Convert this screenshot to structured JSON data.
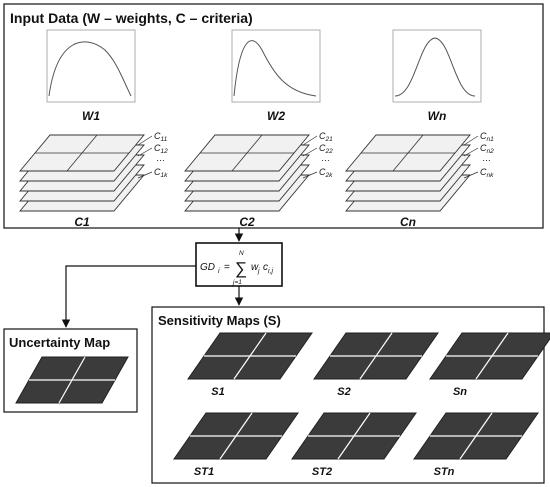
{
  "input_panel": {
    "title": "Input Data (W – weights, C – criteria)",
    "weights": [
      {
        "label": "W1",
        "curve": "left-skewed"
      },
      {
        "label": "W2",
        "curve": "right-skewed"
      },
      {
        "label": "Wn",
        "curve": "bell"
      }
    ],
    "criteria": [
      {
        "label": "C1",
        "base": "C",
        "layers": [
          {
            "sub": "11"
          },
          {
            "sub": "12"
          },
          {
            "sub": "…"
          },
          {
            "sub": "1k"
          }
        ]
      },
      {
        "label": "C2",
        "base": "C",
        "layers": [
          {
            "sub": "21"
          },
          {
            "sub": "22"
          },
          {
            "sub": "…"
          },
          {
            "sub": "2k"
          }
        ]
      },
      {
        "label": "Cn",
        "base": "C",
        "layers": [
          {
            "sub": "n1"
          },
          {
            "sub": "n2"
          },
          {
            "sub": "…"
          },
          {
            "sub": "nk"
          }
        ]
      }
    ]
  },
  "formula": {
    "lhs": "GD",
    "lhs_sub": "i",
    "equals": "=",
    "sum": "∑",
    "upper": "N",
    "lower": "j=1",
    "w": "w",
    "w_sub": "j",
    "c": "c",
    "c_sub": "i,j"
  },
  "uncertainty_panel": {
    "title": "Uncertainty Map"
  },
  "sensitivity_panel": {
    "title": "Sensitivity Maps (S)",
    "maps": [
      {
        "label": "S1"
      },
      {
        "label": "S2"
      },
      {
        "label": "Sn"
      },
      {
        "label": "ST1"
      },
      {
        "label": "ST2"
      },
      {
        "label": "STn"
      }
    ]
  },
  "colors": {
    "line": "#111111",
    "layer_fill": "#f1f1f1",
    "map_fill": "#3b3b3b",
    "map_grid": "#ffffff",
    "curve_frame": "#9a9a9a"
  }
}
